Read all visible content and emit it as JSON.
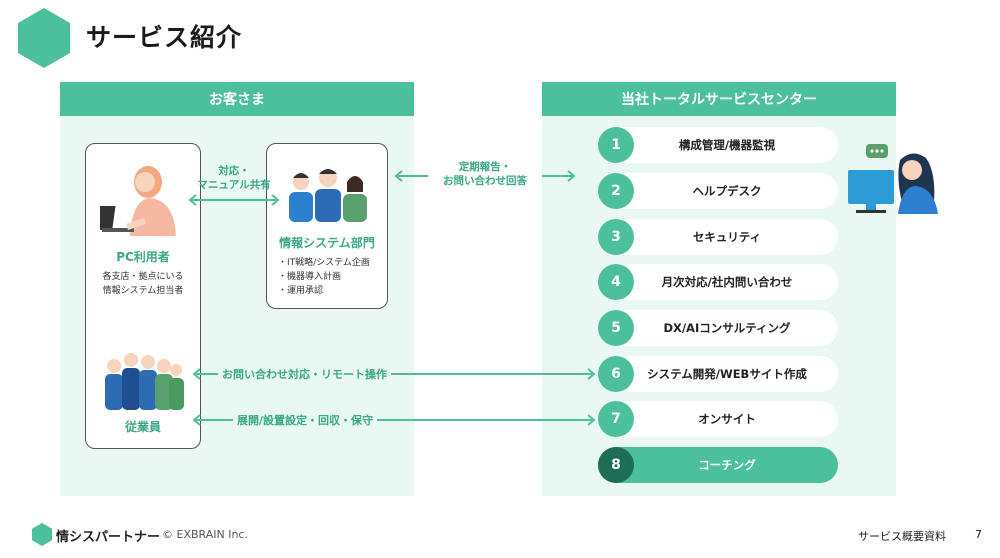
{
  "header": {
    "title": "サービス紹介"
  },
  "customer_panel": {
    "title": "お客さま",
    "pc_user": {
      "title": "PC利用者",
      "desc_lines": [
        "各支店・拠点にいる",
        "情報システム担当者"
      ]
    },
    "it_dept": {
      "title": "情報システム部門",
      "bullets": [
        "・IT戦略/システム企画",
        "・機器導入計画",
        "・運用承認"
      ]
    },
    "staff": {
      "title": "従業員"
    },
    "link_label_lines": [
      "対応・",
      "マニュアル共有"
    ]
  },
  "center_link": {
    "label_lines": [
      "定期報告・",
      "お問い合わせ回答"
    ]
  },
  "service_panel": {
    "title": "当社トータルサービスセンター",
    "items": [
      {
        "num": "1",
        "label": "構成管理/機器監視"
      },
      {
        "num": "2",
        "label": "ヘルプデスク"
      },
      {
        "num": "3",
        "label": "セキュリティ"
      },
      {
        "num": "4",
        "label": "月次対応/社内問い合わせ"
      },
      {
        "num": "5",
        "label": "DX/AIコンサルティング"
      },
      {
        "num": "6",
        "label": "システム開発/WEBサイト作成"
      },
      {
        "num": "7",
        "label": "オンサイト"
      },
      {
        "num": "8",
        "label": "コーチング"
      }
    ]
  },
  "arrows": {
    "remote": "お問い合わせ対応・リモート操作",
    "onsite": "展開/設置設定・回収・保守"
  },
  "footer": {
    "logo": "情シスパートナー",
    "copyright": "© EXBRAIN Inc.",
    "doc_name": "サービス概要資料",
    "page": "7"
  },
  "colors": {
    "accent": "#4cbf9c",
    "panel_bg": "#eaf8f4",
    "active_num": "#1d6e57",
    "label_green": "#3aa887"
  }
}
